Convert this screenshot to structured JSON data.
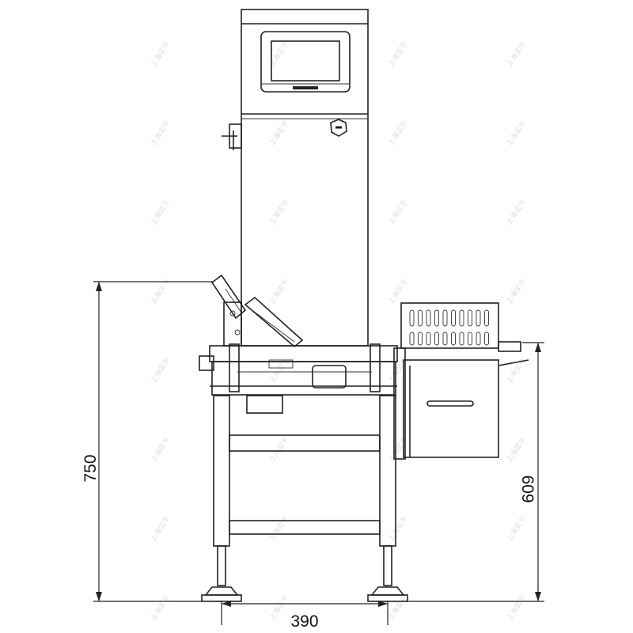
{
  "drawing": {
    "dimensions": {
      "overall_height": "750",
      "conveyor_height": "609",
      "leg_spacing": "390"
    },
    "watermark": "上海实干",
    "colors": {
      "line": "#222222",
      "background": "#ffffff",
      "watermark": "#dddddd"
    }
  }
}
